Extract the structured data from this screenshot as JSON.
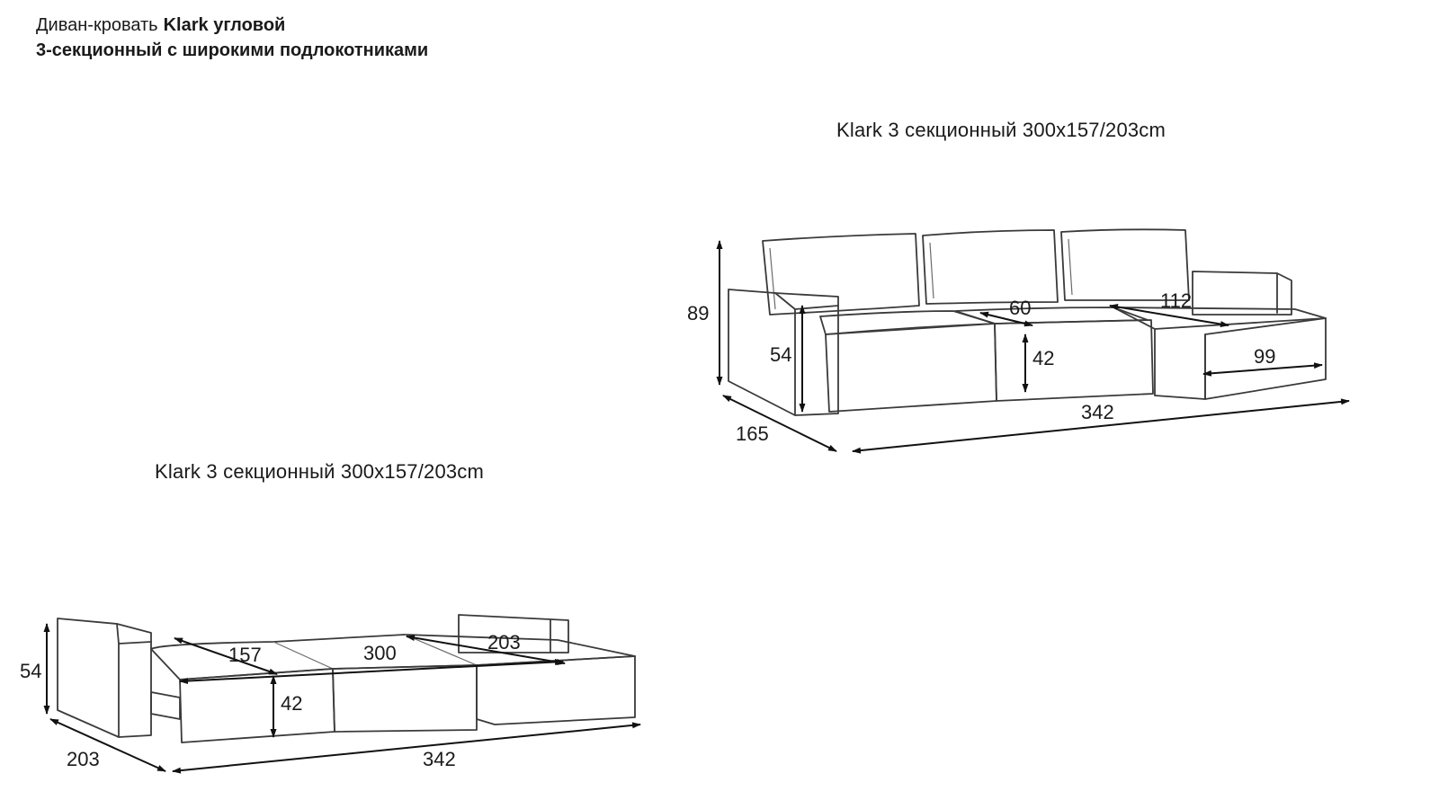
{
  "header": {
    "line1_prefix": "Диван-кровать",
    "line1_brand": "Klark угловой",
    "line2": "3-секционный с широкими подлокотниками"
  },
  "top_view": {
    "caption": "Klark 3 секционный 300x157/203cm",
    "dims": {
      "height_total": "89",
      "armrest_height": "54",
      "seat_height": "42",
      "seat_depth": "60",
      "chaise_length": "112",
      "chaise_width": "99",
      "depth": "165",
      "total_length": "342"
    }
  },
  "bottom_view": {
    "caption": "Klark 3 секционный 300x157/203cm",
    "dims": {
      "height": "54",
      "seat_height": "42",
      "bed_width": "157",
      "bed_length": "300",
      "chaise_length": "203",
      "depth": "203",
      "total_length": "342"
    }
  }
}
